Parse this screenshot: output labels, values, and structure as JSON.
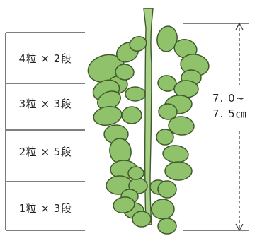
{
  "tiers": [
    {
      "label": "4粒 × 2段"
    },
    {
      "label": "3粒 × 3段"
    },
    {
      "label": "2粒 × 5段"
    },
    {
      "label": "1粒 × 3段"
    }
  ],
  "length": {
    "line1": "7. 0~",
    "line2": "7. 5㎝"
  },
  "colors": {
    "berry_fill": "#8fc26a",
    "berry_stroke": "#3f5a2c",
    "stem_fill": "#a8cf86",
    "bracket_line": "#333333"
  }
}
